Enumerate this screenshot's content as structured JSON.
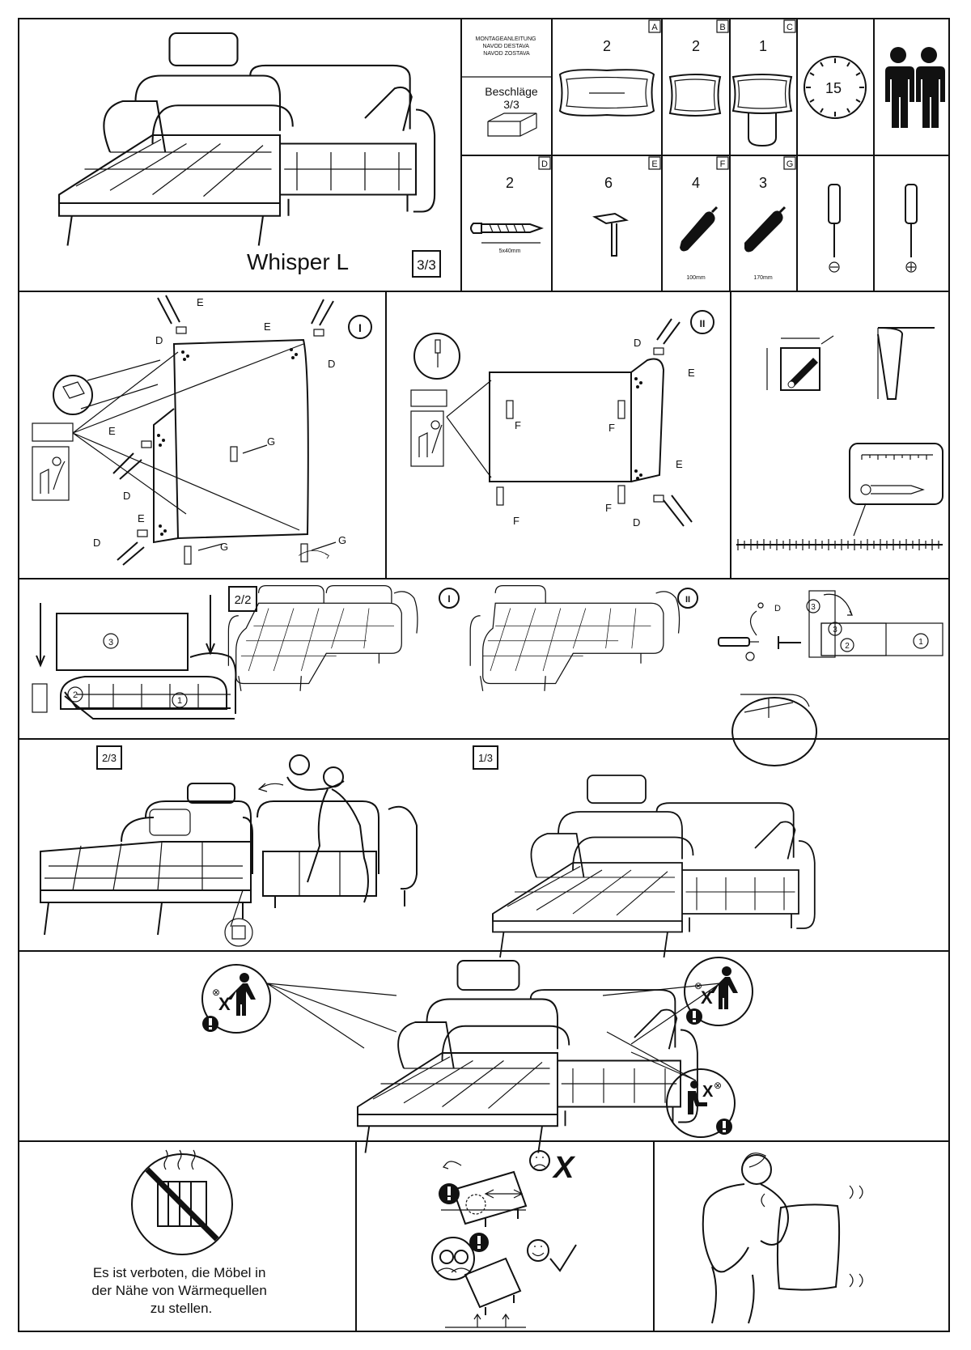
{
  "header": {
    "product_name": "Whisper L",
    "page_badge": "3/3",
    "kit_header_text": "MONTAGEANLEITUNG\nNAVOD DESTAVA\nNAVOD ZOSTAVA",
    "fittings_label": "Beschläge",
    "fittings_page": "3/3",
    "time_minutes": "15"
  },
  "parts": [
    {
      "letter": "A",
      "qty": "2",
      "icon": "large-pillow-icon"
    },
    {
      "letter": "B",
      "qty": "2",
      "icon": "small-pillow-icon"
    },
    {
      "letter": "C",
      "qty": "1",
      "icon": "headrest-icon"
    },
    {
      "letter": "D",
      "qty": "2",
      "icon": "screw-icon",
      "dim": "5x40mm"
    },
    {
      "letter": "E",
      "qty": "6",
      "icon": "bracket-icon"
    },
    {
      "letter": "F",
      "qty": "4",
      "icon": "leg-short-icon",
      "dim": "100mm"
    },
    {
      "letter": "G",
      "qty": "3",
      "icon": "leg-long-icon",
      "dim": "170mm"
    }
  ],
  "tools": [
    {
      "icon": "flat-screwdriver-icon",
      "tip": "⊖"
    },
    {
      "icon": "phillips-screwdriver-icon",
      "tip": "⊕"
    }
  ],
  "steps": {
    "step1_badge": "I",
    "step2_badge": "II",
    "step3_badge": "2/2",
    "step3_sub1": "I",
    "step3_sub2": "II",
    "step4_badge": "2/3",
    "step5_badge": "1/3",
    "part_labels": {
      "d": "D",
      "e": "E",
      "f": "F",
      "g": "G"
    },
    "module_numbers": [
      "1",
      "2",
      "3"
    ]
  },
  "warnings": {
    "heat_source_text": "Es ist verboten, die Möbel in der Nähe von Wärmequellen zu stellen."
  }
}
